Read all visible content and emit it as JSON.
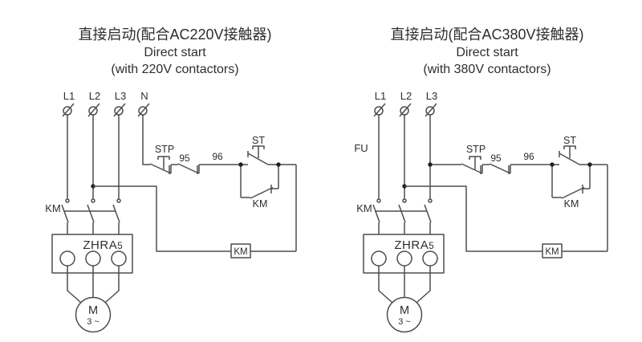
{
  "page": {
    "background": "#ffffff",
    "line_color": "#4d4d4d",
    "text_color": "#2e2e2e",
    "dot_color": "#1f1f1f"
  },
  "diagrams": [
    {
      "id": "direct-start-220v",
      "title_zh": "直接启动(配合AC220V接触器)",
      "title_en_1": "Direct start",
      "title_en_2": "(with 220V contactors)",
      "phases": [
        "L1",
        "L2",
        "L3",
        "N"
      ],
      "labels": {
        "km_main": "KM",
        "stop_button": "STP",
        "thermal_95": "95",
        "thermal_96": "96",
        "start_button": "ST",
        "km_aux": "KM",
        "km_coil": "KM",
        "device": "ZHRA",
        "device_index": "5",
        "motor": "M",
        "motor_type": "3 ~"
      }
    },
    {
      "id": "direct-start-380v",
      "title_zh": "直接启动(配合AC380V接触器)",
      "title_en_1": "Direct start",
      "title_en_2": "(with 380V contactors)",
      "phases": [
        "L1",
        "L2",
        "L3"
      ],
      "fuse": "FU",
      "labels": {
        "km_main": "KM",
        "stop_button": "STP",
        "thermal_95": "95",
        "thermal_96": "96",
        "start_button": "ST",
        "km_aux": "KM",
        "km_coil": "KM",
        "device": "ZHRA",
        "device_index": "5",
        "motor": "M",
        "motor_type": "3 ~"
      }
    }
  ]
}
